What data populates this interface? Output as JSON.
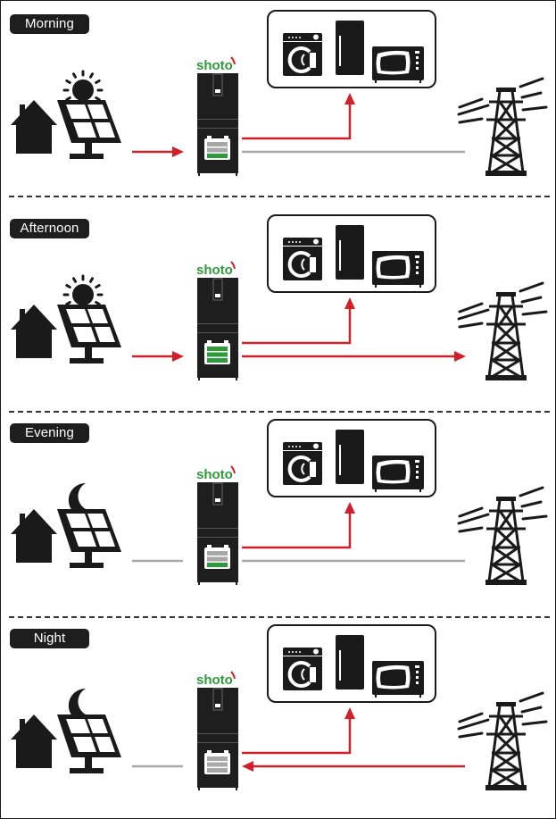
{
  "brand": {
    "name": "shoto",
    "accent_color": "#2f9a3c",
    "mark_color": "#d0202a"
  },
  "colors": {
    "active_flow": "#d0202a",
    "inactive_flow": "#a8a8a8",
    "icon": "#1a1a1a",
    "battery_charge": "#2f9a3c",
    "battery_empty": "#a8a8a8"
  },
  "panels": [
    {
      "label": "Morning",
      "sky_icon": "sun-icon",
      "solar_to_storage": "active",
      "storage_to_appliances": "active",
      "storage_to_grid": "inactive",
      "grid_to_storage": "none",
      "battery_level_bars": 1,
      "battery_total_bars": 3
    },
    {
      "label": "Afternoon",
      "sky_icon": "sun-icon",
      "solar_to_storage": "active",
      "storage_to_appliances": "active",
      "storage_to_grid": "active",
      "grid_to_storage": "none",
      "battery_level_bars": 3,
      "battery_total_bars": 3
    },
    {
      "label": "Evening",
      "sky_icon": "moon-icon",
      "solar_to_storage": "inactive",
      "storage_to_appliances": "active",
      "storage_to_grid": "inactive",
      "grid_to_storage": "none",
      "battery_level_bars": 1,
      "battery_total_bars": 3
    },
    {
      "label": "Night",
      "sky_icon": "moon-icon",
      "solar_to_storage": "inactive",
      "storage_to_appliances": "active",
      "storage_to_grid": "none",
      "grid_to_storage": "active",
      "battery_level_bars": 0,
      "battery_total_bars": 3
    }
  ]
}
